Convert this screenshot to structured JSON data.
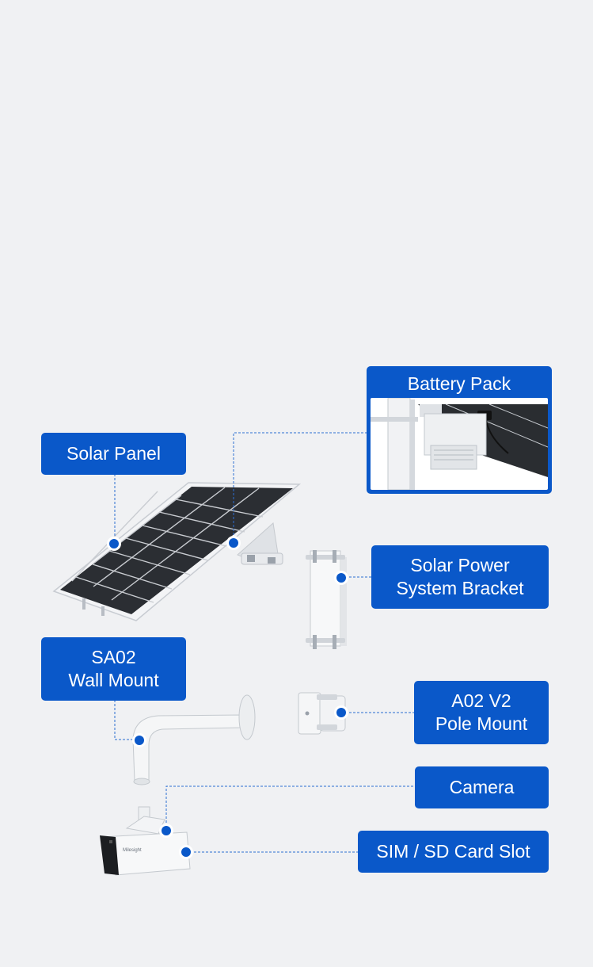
{
  "callouts": {
    "solar_panel": {
      "lines": [
        "Solar Panel"
      ]
    },
    "battery_pack": {
      "lines": [
        "Battery Pack"
      ]
    },
    "solar_power_bracket": {
      "lines": [
        "Solar Power",
        "System Bracket"
      ]
    },
    "sa02_wall_mount": {
      "lines": [
        "SA02",
        "Wall Mount"
      ]
    },
    "a02v2_pole_mount": {
      "lines": [
        "A02 V2",
        "Pole Mount"
      ]
    },
    "camera": {
      "lines": [
        "Camera"
      ]
    },
    "sim_sd_slot": {
      "lines": [
        "SIM / SD Card Slot"
      ]
    }
  },
  "camera_brand": "Milesight",
  "colors": {
    "background": "#f0f1f3",
    "accent": "#0a58c9",
    "connector_line": "#2d6fd1",
    "dot": "#0a58c9"
  }
}
